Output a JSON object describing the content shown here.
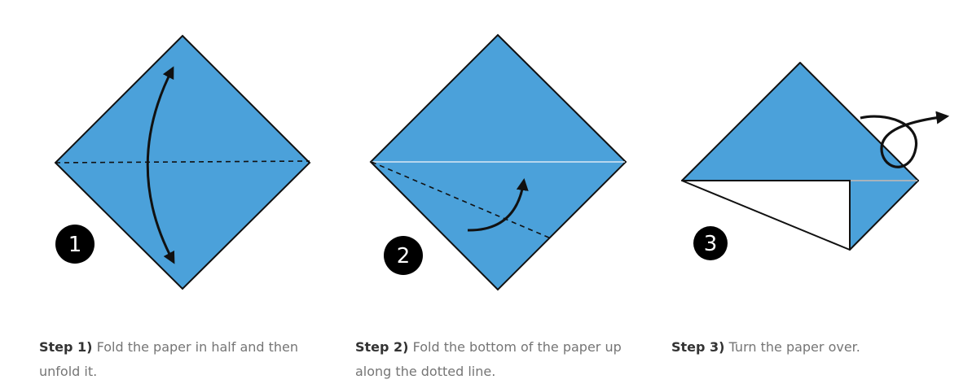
{
  "colors": {
    "paper_blue": "#4ba1da",
    "paper_white": "#ffffff",
    "outline": "#111111",
    "badge_bg": "#000000",
    "caption_label": "#333333",
    "caption_text": "#757575"
  },
  "steps": [
    {
      "number": "1",
      "label": "Step 1)",
      "text": " Fold the paper in half and then unfold it."
    },
    {
      "number": "2",
      "label": "Step 2)",
      "text": " Fold the bottom of the paper up along the dotted line."
    },
    {
      "number": "3",
      "label": "Step 3)",
      "text": " Turn the paper over."
    }
  ]
}
